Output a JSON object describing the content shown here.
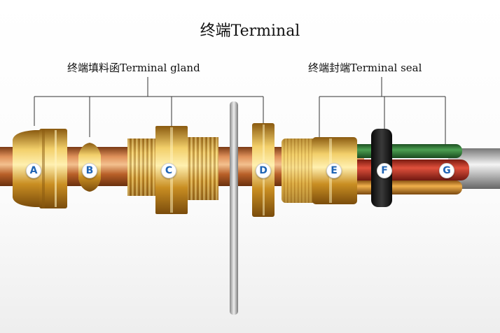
{
  "title": "终端Terminal",
  "groups": {
    "gland": "终端填料函Terminal gland",
    "seal": "终端封端Terminal seal"
  },
  "parts": {
    "a": "A",
    "b": "B",
    "c": "C",
    "d": "D",
    "e": "E",
    "f": "F",
    "g": "G"
  },
  "colors": {
    "copper": "#c46a2e",
    "brass": "#d9a63a",
    "wire_green": "#2f7a38",
    "wire_red": "#c0392b",
    "wire_orange": "#d48a2c",
    "label_blue": "#1f64b4"
  }
}
